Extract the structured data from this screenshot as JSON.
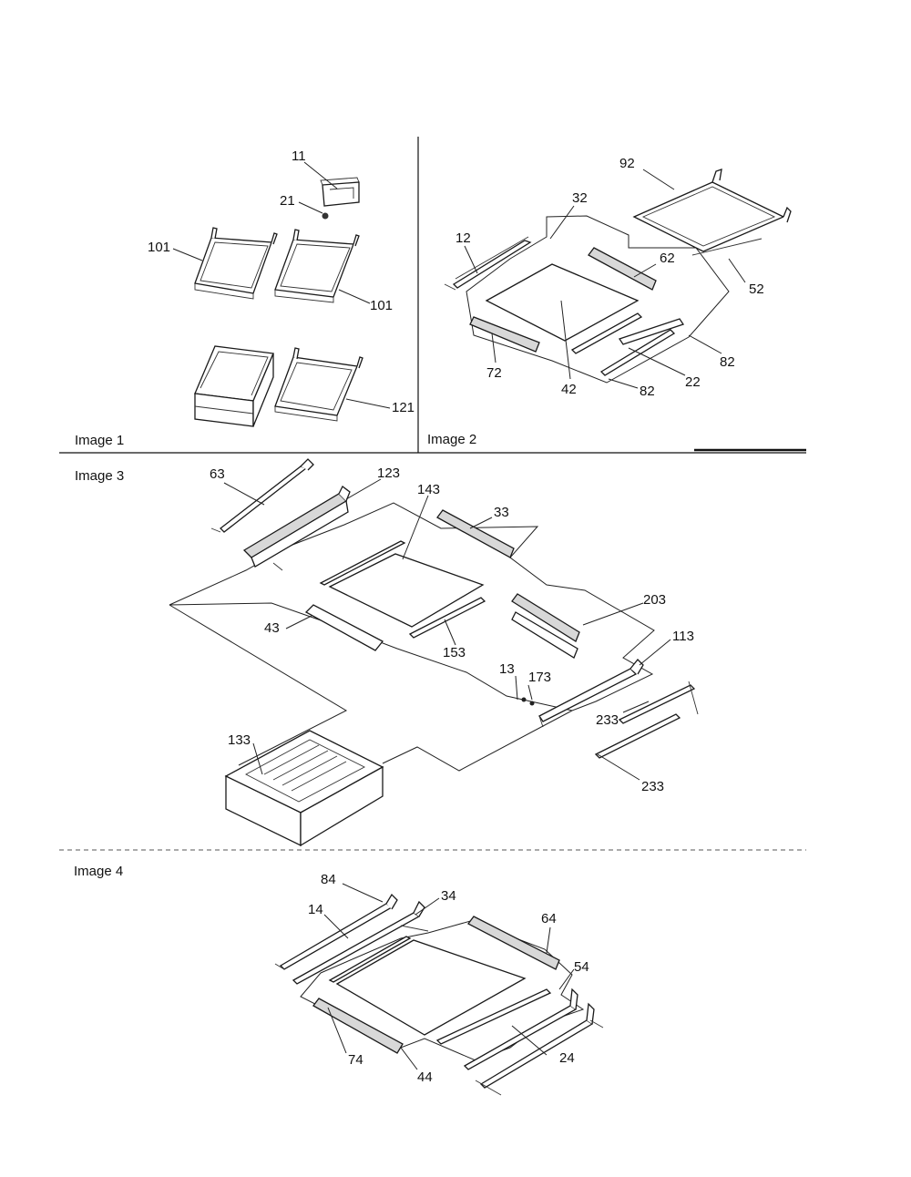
{
  "captions": {
    "image1": "Image 1",
    "image2": "Image 2",
    "image3": "Image 3",
    "image4": "Image 4"
  },
  "callouts": {
    "image1": [
      "11",
      "21",
      "101",
      "101",
      "121"
    ],
    "image2": [
      "92",
      "32",
      "12",
      "62",
      "52",
      "72",
      "42",
      "82",
      "22",
      "82"
    ],
    "image3": [
      "63",
      "123",
      "143",
      "33",
      "203",
      "43",
      "153",
      "113",
      "13",
      "173",
      "233",
      "133",
      "233"
    ],
    "image4": [
      "84",
      "34",
      "14",
      "64",
      "54",
      "74",
      "44",
      "24"
    ]
  },
  "colors": {
    "ink": "#111111",
    "paper": "#ffffff",
    "shade": "#d8d8d8"
  }
}
